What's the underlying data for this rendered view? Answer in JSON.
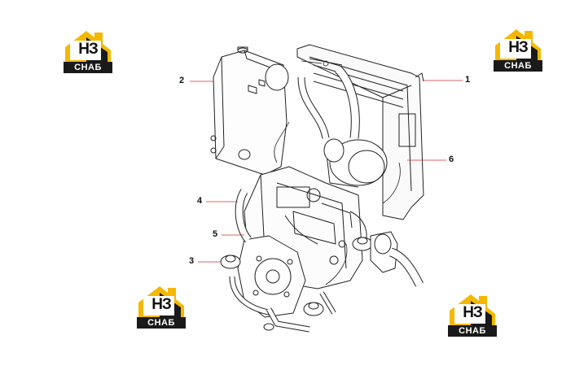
{
  "logo": {
    "mark": "НЗ",
    "word": "СНАБ",
    "colors": {
      "accent": "#f5b800",
      "dark": "#1a1a1a"
    }
  },
  "callouts": [
    {
      "id": "1",
      "label": "1"
    },
    {
      "id": "2",
      "label": "2"
    },
    {
      "id": "3",
      "label": "3"
    },
    {
      "id": "4",
      "label": "4"
    },
    {
      "id": "5",
      "label": "5"
    },
    {
      "id": "6",
      "label": "6"
    }
  ],
  "colors": {
    "line": "#222222",
    "leader": "#d03030"
  }
}
